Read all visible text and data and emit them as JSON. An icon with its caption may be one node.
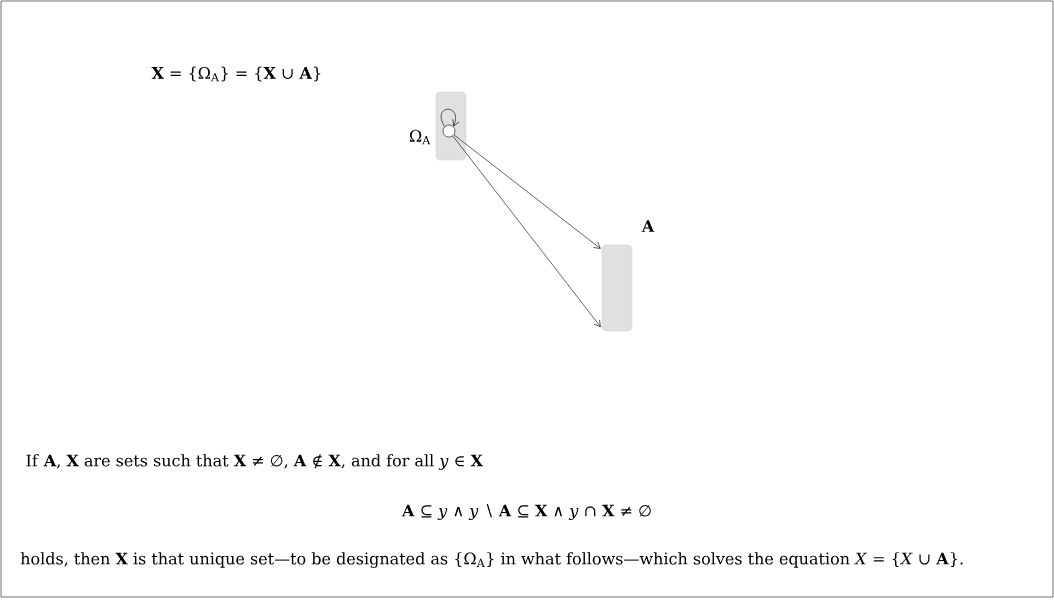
{
  "diagram": {
    "nodes": [
      {
        "text": [],
        "shape": "box"
      },
      {
        "text": [],
        "shape": "circle",
        "in": 0,
        "beside": [
          "Ω$_{A}$"
        ]
      },
      {
        "text": [
          "A"
        ]
      }
    ],
    "edges": [
      {
        "from": 1,
        "to": 1,
        "arrow": "to"
      },
      {
        "from": 1,
        "to": 2,
        "arrow": "to"
      },
      {
        "from": 1,
        "to": 2,
        "arrow": "to"
      }
    ],
    "labels": [
      "**X** = {Ω$_{A}$} = {**X** ∪ **A**}",
      "If **A**, **X** are sets such that **X** ≠ ∅, **A** ∉ **X**, and for all *y* ∈ **X**",
      "**A** ⊆ *y* ∧ *y* ∖ **A** ⊆ **X** ∧ *y* ∩ **X** ≠ ∅",
      "holds, then **X** is that unique set—to be designated as {Ω$_{A}$} in what follows—which solves the equation *X* = {*X* ∪ **A**}."
    ]
  }
}
